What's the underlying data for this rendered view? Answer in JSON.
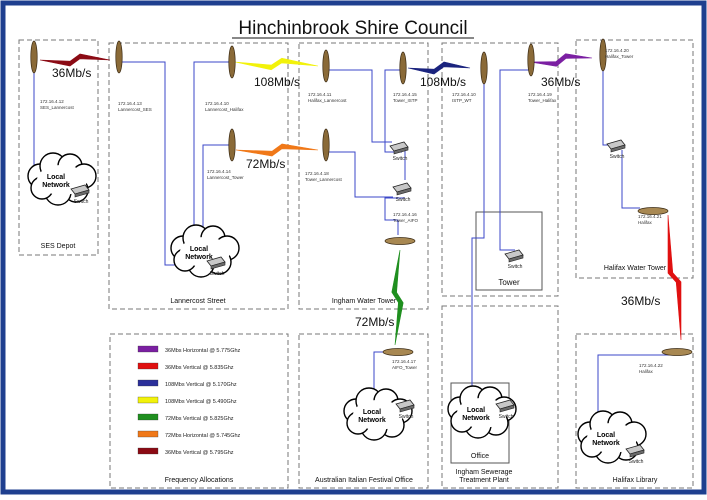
{
  "title": "Hinchinbrook Shire Council",
  "colors": {
    "frame": "#1f3f8f",
    "link": "#3b47c8",
    "dash": "#777777"
  },
  "sites": [
    {
      "id": "ses-depot",
      "label": "SES Depot"
    },
    {
      "id": "lannercost-street",
      "label": "Lannercost Street"
    },
    {
      "id": "ingham-water-tower",
      "label": "Ingham Water Tower"
    },
    {
      "id": "ingham-sewerage",
      "label_lines": [
        "Ingham Sewerage",
        "Treatment Plant"
      ]
    },
    {
      "id": "halifax-water-tower",
      "label": "Halifax Water Tower"
    },
    {
      "id": "halifax-library",
      "label": "Halifax Library"
    },
    {
      "id": "festival-office",
      "label": "Australian Italian Festival Office"
    },
    {
      "id": "frequency-allocations",
      "label": "Frequency Allocations"
    }
  ],
  "antennas": [
    {
      "id": "ses-lannercost",
      "ip": "172.16.4.12",
      "name": "SES_Lannercost"
    },
    {
      "id": "lannercost-ses",
      "ip": "172.16.4.13",
      "name": "Lannercost_SES"
    },
    {
      "id": "lannercost-halifax",
      "ip": "172.16.4.10",
      "name": "Lannercost_Halifax"
    },
    {
      "id": "halifax-lannercost",
      "ip": "172.16.4.11",
      "name": "Halifax_Lannercost"
    },
    {
      "id": "tower-istp",
      "ip": "172.16.4.15",
      "name": "Tower_ISTP"
    },
    {
      "id": "istp-wt",
      "ip": "172.16.4.10",
      "name": "ISTP_WT"
    },
    {
      "id": "tower-halifax",
      "ip": "172.16.4.19",
      "name": "Tower_Halifax"
    },
    {
      "id": "halifax-tower-top",
      "ip": "172.16.4.20",
      "name": "Halifax_Tower"
    },
    {
      "id": "lannercost-tower",
      "ip": "172.16.4.14",
      "name": "Lannercost_Tower"
    },
    {
      "id": "tower-lannercost",
      "ip": "172.16.4.18",
      "name": "Tower_Lannercost"
    },
    {
      "id": "tower-aifo",
      "ip": "172.16.4.16",
      "name": "Tower_AIFO"
    },
    {
      "id": "aifo-tower",
      "ip": "172.16.4.17",
      "name": "AIFO_Tower"
    },
    {
      "id": "halifax-21",
      "ip": "172.16.4.21",
      "name": "Halifax"
    },
    {
      "id": "halifax-22",
      "ip": "172.16.4.22",
      "name": "Halifax"
    }
  ],
  "links": [
    {
      "id": "ses-lannercost",
      "speed": "36Mb/s",
      "band": "36Mbs Vertical @ 5.795Ghz",
      "color": "#8b0a14"
    },
    {
      "id": "lannercost-halifax",
      "speed": "108Mb/s",
      "band": "108Mbs Vertical @ 5.490Ghz",
      "color": "#f2f20a"
    },
    {
      "id": "tower-istp",
      "speed": "108Mb/s",
      "band": "108Mbs Vertical @ 5.170Ghz",
      "color": "#1a237e"
    },
    {
      "id": "tower-halifax",
      "speed": "36Mb/s",
      "band": "36Mbs Horizontal @ 5.775Ghz",
      "color": "#7b1fa2"
    },
    {
      "id": "lannercost-tower",
      "speed": "72Mb/s",
      "band": "72Mbs Horizontal @ 5.745Ghz",
      "color": "#f07818"
    },
    {
      "id": "tower-aifo",
      "speed": "72Mb/s",
      "band": "72Mbs Vertical @ 5.825Ghz",
      "color": "#1f8f1f"
    },
    {
      "id": "halifax-backhaul",
      "speed": "36Mb/s",
      "band": "36Mbs Vertical @ 5.835Ghz",
      "color": "#e01010"
    }
  ],
  "legend": [
    {
      "color": "#7b1fa2",
      "text": "36Mbs Horizontal @ 5.775Ghz"
    },
    {
      "color": "#e01010",
      "text": "36Mbs Vertical @ 5.835Ghz"
    },
    {
      "color": "#2b2f9a",
      "text": "108Mbs Vertical @ 5.170Ghz"
    },
    {
      "color": "#f2f20a",
      "text": "108Mbs Vertical @ 5.490Ghz"
    },
    {
      "color": "#1f8f1f",
      "text": "72Mbs Vertical @ 5.825Ghz"
    },
    {
      "color": "#f07818",
      "text": "72Mbs Horizontal @ 5.745Ghz"
    },
    {
      "color": "#8b0a14",
      "text": "36Mbs Vertical @ 5.795Ghz"
    }
  ],
  "labels": {
    "local_network": [
      "Local",
      "Network"
    ],
    "switch": "Switch",
    "tower": "Tower",
    "office": "Office"
  },
  "icons": [
    "antenna-icon",
    "dish-icon",
    "switch-icon",
    "cloud-icon",
    "lightning-bolt-icon"
  ]
}
